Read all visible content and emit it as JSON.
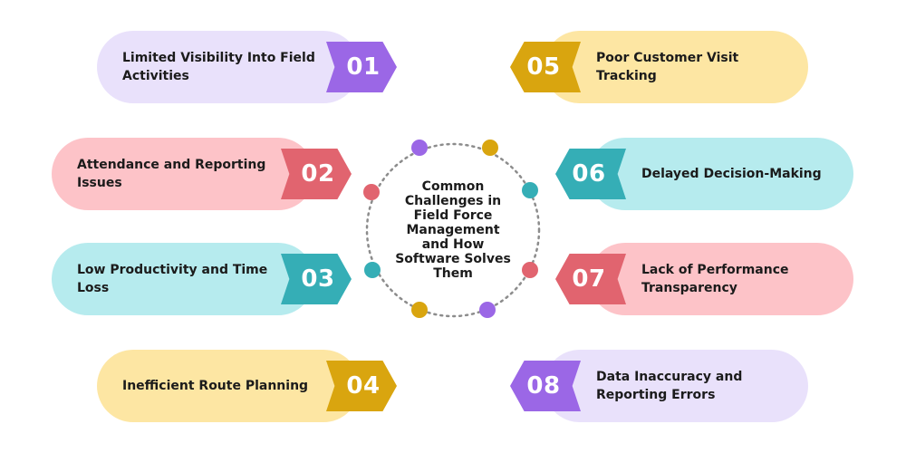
{
  "center": {
    "lines": [
      "Common",
      "Challenges in",
      "Field Force",
      "Management",
      "and How",
      "Software Solves",
      "Them"
    ]
  },
  "colors": {
    "purple_bg": "#e9e1fb",
    "purple_tag": "#9b67e6",
    "pink_bg": "#fdc3c8",
    "pink_tag": "#e1646f",
    "cyan_bg": "#b6ebee",
    "cyan_tag": "#35aeb6",
    "yellow_bg": "#fde6a3",
    "yellow_tag": "#d9a50f"
  },
  "challenges": [
    {
      "num": "01",
      "lines": [
        "Limited Visibility Into Field",
        "Activities"
      ]
    },
    {
      "num": "02",
      "lines": [
        "Attendance and Reporting",
        "Issues"
      ]
    },
    {
      "num": "03",
      "lines": [
        "Low Productivity and Time",
        "Loss"
      ]
    },
    {
      "num": "04",
      "lines": [
        "Inefficient Route Planning"
      ]
    },
    {
      "num": "05",
      "lines": [
        "Poor Customer Visit",
        "Tracking"
      ]
    },
    {
      "num": "06",
      "lines": [
        "Delayed Decision-Making"
      ]
    },
    {
      "num": "07",
      "lines": [
        "Lack of Performance",
        "Transparency"
      ]
    },
    {
      "num": "08",
      "lines": [
        "Data Inaccuracy and",
        "Reporting Errors"
      ]
    }
  ]
}
